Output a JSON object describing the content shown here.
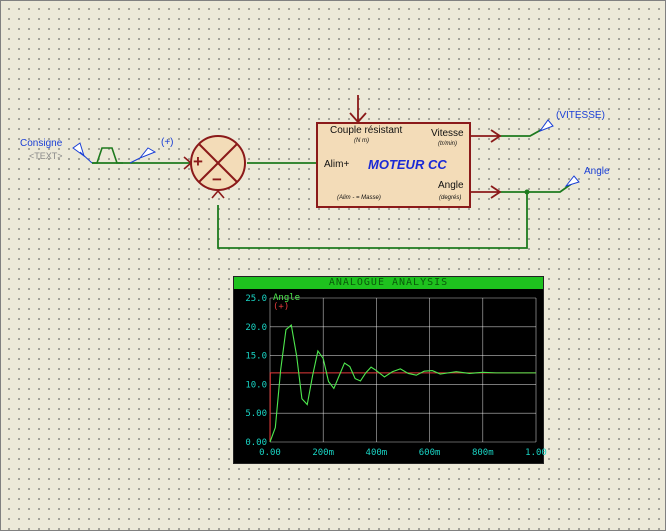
{
  "schematic": {
    "consigne": {
      "label": "Consigne",
      "placeholder": "<TEXT>"
    },
    "summer": {
      "plus_sign": "+",
      "minus_sign": "−"
    },
    "probe_plus": "(+)",
    "probe_vitesse": "(VITESSE)",
    "probe_angle": "Angle",
    "motor": {
      "name": "MOTEUR CC",
      "couple_label": "Couple résistant",
      "couple_unit": "(N m)",
      "alim_label": "Alim+",
      "alim_note": "(Alim - = Masse)",
      "vitesse_label": "Vitesse",
      "vitesse_unit": "(tr/min)",
      "angle_label": "Angle",
      "angle_unit": "(degrés)"
    },
    "colors": {
      "wire": "#1e7a1e",
      "component": "#8b1a1a",
      "component_fill": "#f3dcb8",
      "label_blue": "#1a3fd6",
      "motor_name": "#1a2ad6"
    }
  },
  "analogue_analysis": {
    "title": "ANALOGUE ANALYSIS",
    "chart_data": {
      "type": "line",
      "title": "ANALOGUE ANALYSIS",
      "xlabel": "",
      "ylabel": "",
      "xlim": [
        0,
        1.0
      ],
      "ylim": [
        0,
        25
      ],
      "x_ticks": [
        "0.00",
        "200m",
        "400m",
        "600m",
        "800m",
        "1.00"
      ],
      "y_ticks": [
        "0.00",
        "5.00",
        "10.0",
        "15.0",
        "20.0",
        "25.0"
      ],
      "grid": true,
      "legend": "top-left",
      "colors": {
        "background": "#000000",
        "grid": "#ffffff",
        "ticks": "#19d4c4"
      },
      "series": [
        {
          "name": "Angle",
          "color": "#4ee84e",
          "x": [
            0,
            0.02,
            0.04,
            0.06,
            0.08,
            0.1,
            0.12,
            0.14,
            0.16,
            0.18,
            0.2,
            0.22,
            0.24,
            0.26,
            0.28,
            0.3,
            0.32,
            0.34,
            0.36,
            0.38,
            0.4,
            0.43,
            0.46,
            0.49,
            0.52,
            0.55,
            0.58,
            0.61,
            0.64,
            0.67,
            0.7,
            0.75,
            0.8,
            0.85,
            0.9,
            0.95,
            1.0
          ],
          "values": [
            0,
            2.5,
            12.5,
            19.5,
            20.3,
            15.0,
            7.5,
            6.5,
            11.5,
            15.8,
            14.5,
            10.5,
            9.3,
            11.5,
            13.7,
            13.1,
            11.0,
            10.6,
            12.0,
            13.0,
            12.4,
            11.3,
            12.2,
            12.7,
            11.9,
            11.6,
            12.3,
            12.4,
            11.8,
            12.0,
            12.2,
            11.9,
            12.1,
            12.0,
            12.0,
            12.0,
            12.0
          ]
        },
        {
          "name": "(+)",
          "color": "#e43a3a",
          "x": [
            0,
            0.001,
            1.0
          ],
          "values": [
            0,
            12,
            12
          ]
        }
      ]
    }
  }
}
